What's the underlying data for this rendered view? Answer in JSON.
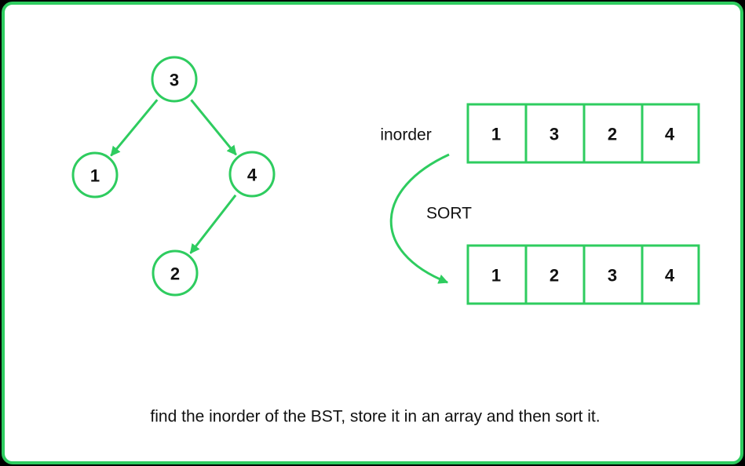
{
  "colors": {
    "accent": "#2ecc5f",
    "background": "#ffffff",
    "text": "#111111"
  },
  "tree": {
    "nodes": [
      {
        "id": "n3",
        "label": "3"
      },
      {
        "id": "n1",
        "label": "1"
      },
      {
        "id": "n4",
        "label": "4"
      },
      {
        "id": "n2",
        "label": "2"
      }
    ],
    "edges": [
      {
        "from": "n3",
        "to": "n1"
      },
      {
        "from": "n3",
        "to": "n4"
      },
      {
        "from": "n4",
        "to": "n2"
      }
    ]
  },
  "inorder": {
    "label": "inorder",
    "values": [
      "1",
      "3",
      "2",
      "4"
    ]
  },
  "sort": {
    "label": "SORT"
  },
  "sorted": {
    "values": [
      "1",
      "2",
      "3",
      "4"
    ]
  },
  "caption": "find the inorder of the BST, store it in an array and then sort it."
}
